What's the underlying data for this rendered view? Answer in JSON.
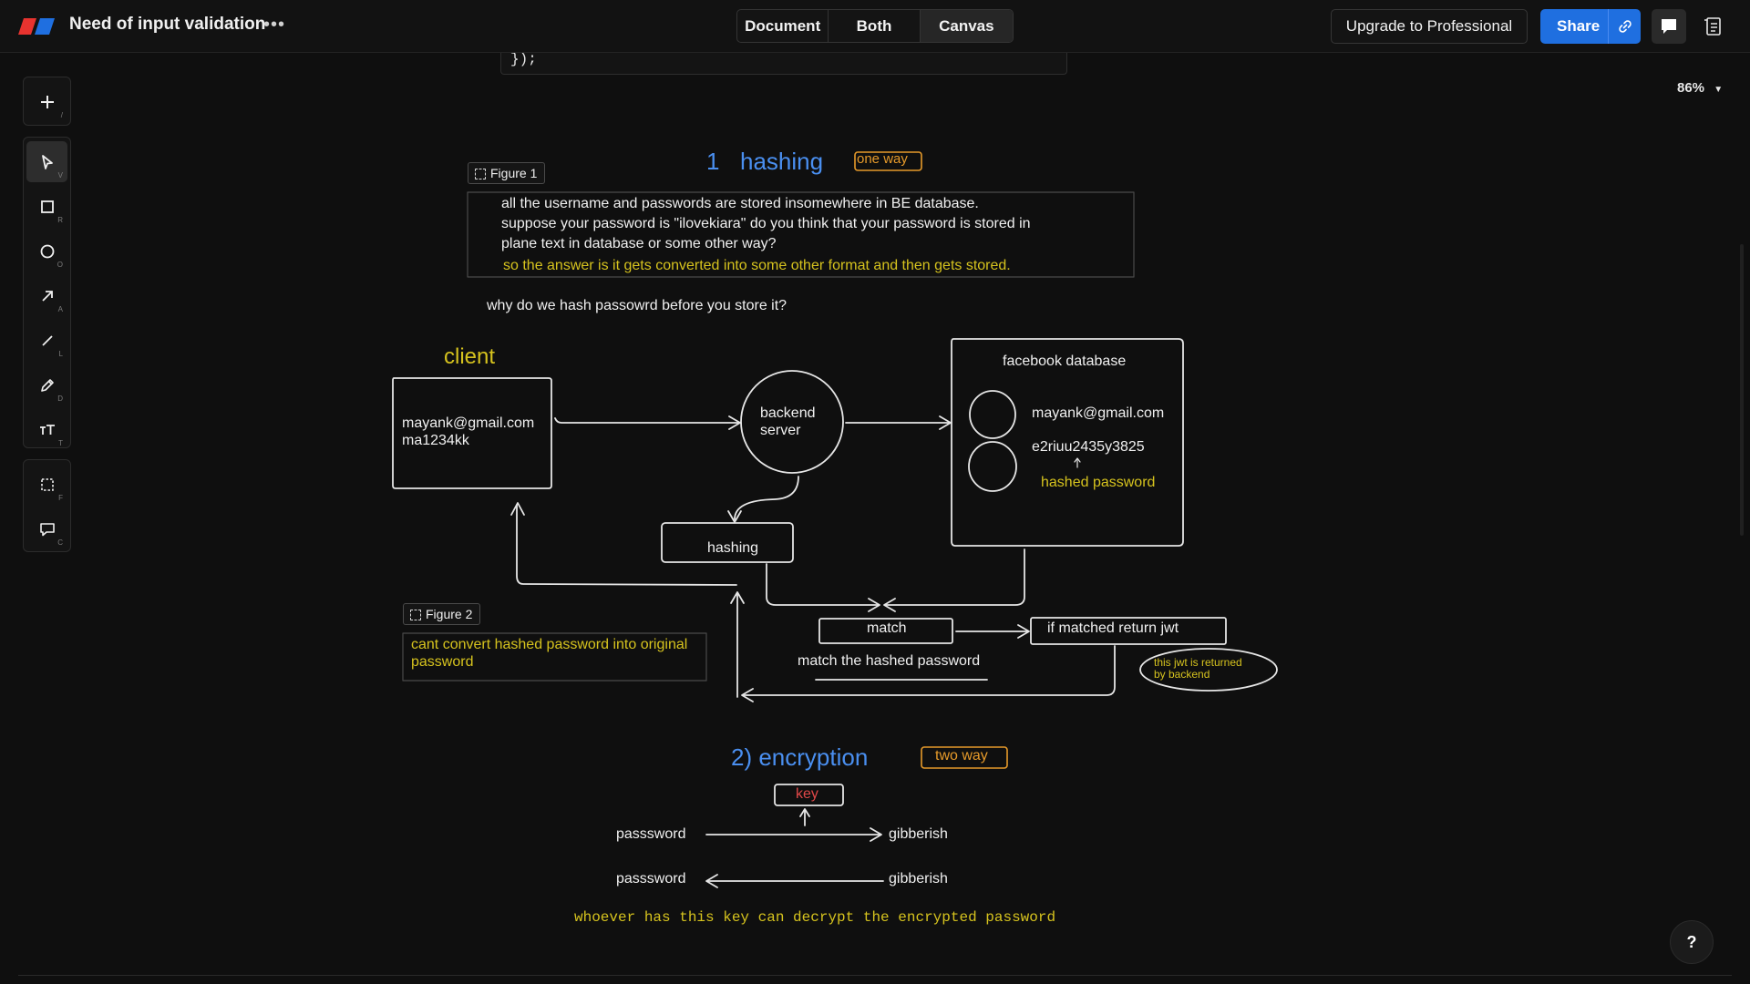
{
  "app": {
    "title": "Need of input validation",
    "more_label": "•••",
    "view_tabs": [
      "Document",
      "Both",
      "Canvas"
    ],
    "active_view": "Canvas",
    "upgrade_label": "Upgrade to Professional",
    "share_label": "Share",
    "zoom_label": "86%",
    "help_label": "?",
    "brand_colors": [
      "#e8332f",
      "#1f6fe0"
    ],
    "accent": "#1f6fe0"
  },
  "toolbar": {
    "tools": [
      {
        "name": "add",
        "icon": "plus-icon",
        "key": "/"
      },
      {
        "name": "select",
        "icon": "cursor-icon",
        "key": "V",
        "active": true
      },
      {
        "name": "rectangle",
        "icon": "square-icon",
        "key": "R"
      },
      {
        "name": "ellipse",
        "icon": "circle-icon",
        "key": "O"
      },
      {
        "name": "arrow",
        "icon": "arrow-icon",
        "key": "A"
      },
      {
        "name": "line",
        "icon": "line-icon",
        "key": "L"
      },
      {
        "name": "draw",
        "icon": "pencil-icon",
        "key": "D"
      },
      {
        "name": "text",
        "icon": "text-icon",
        "key": "T"
      },
      {
        "name": "frame",
        "icon": "frame-icon",
        "key": "F"
      },
      {
        "name": "comment",
        "icon": "comment-icon",
        "key": "C"
      }
    ]
  },
  "canvas": {
    "code_tail": "});",
    "section1": {
      "number": "1",
      "heading": "hashing",
      "badge": "one way",
      "figure_label": "Figure 1",
      "note_lines": [
        "all the username and passwords are stored insomewhere in BE database.",
        "suppose your password is \"ilovekiara\" do you think that your password is stored in",
        "plane text in database or some other way?"
      ],
      "answer": "so the answer is it gets converted into some other format and then gets stored.",
      "question": "why do we hash passowrd before you store it?"
    },
    "diagram": {
      "client_label": "client",
      "client_email": "mayank@gmail.com",
      "client_password": "ma1234kk",
      "backend_line1": "backend",
      "backend_line2": "server",
      "db_title": "facebook database",
      "db_email": "mayank@gmail.com",
      "db_hash": "e2riuu2435y3825",
      "db_hash_note": "hashed password",
      "hashing_box": "hashing",
      "match_box": "match",
      "match_note": "match the hashed password",
      "jwt_box": "if matched return jwt",
      "jwt_note_line1": "this jwt is returned",
      "jwt_note_line2": "by backend",
      "figure2_label": "Figure 2",
      "figure2_text_line1": "cant convert hashed password into original",
      "figure2_text_line2": "password"
    },
    "section2": {
      "heading": "2) encryption",
      "badge": "two way",
      "key_label": "key",
      "row1_left": "passsword",
      "row1_right": "gibberish",
      "row2_left": "passsword",
      "row2_right": "gibberish",
      "note": "whoever has this key can decrypt the encrypted password"
    }
  }
}
